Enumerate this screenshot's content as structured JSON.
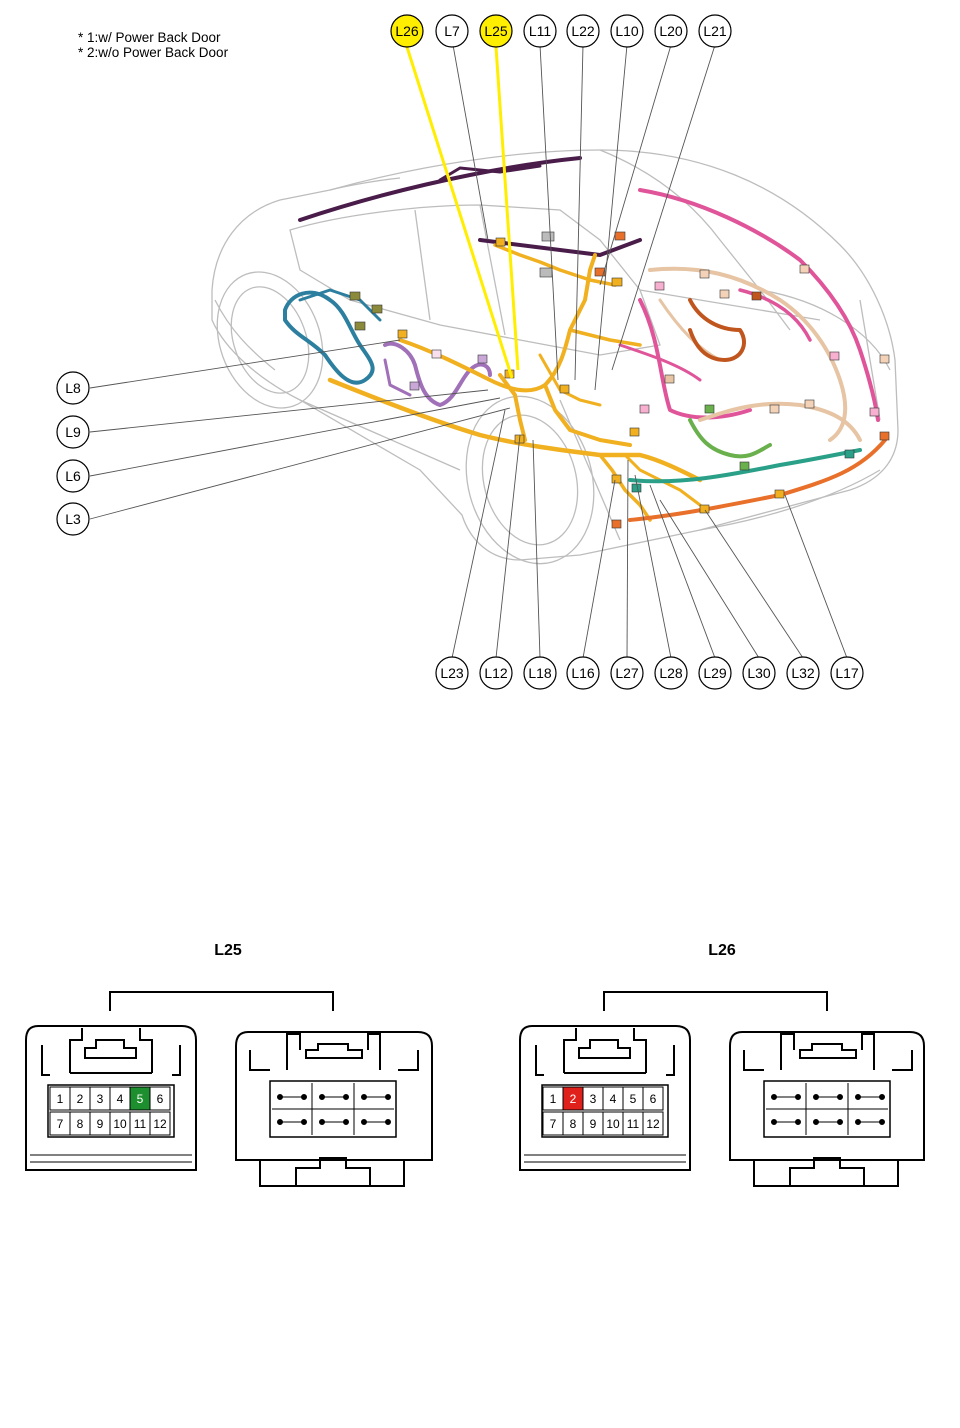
{
  "notes": [
    "* 1:w/ Power Back Door",
    "* 2:w/o Power Back Door"
  ],
  "callouts_top": [
    {
      "id": "L26",
      "highlight": true
    },
    {
      "id": "L7",
      "highlight": false
    },
    {
      "id": "L25",
      "highlight": true
    },
    {
      "id": "L11",
      "highlight": false
    },
    {
      "id": "L22",
      "highlight": false
    },
    {
      "id": "L10",
      "highlight": false
    },
    {
      "id": "L20",
      "highlight": false
    },
    {
      "id": "L21",
      "highlight": false
    }
  ],
  "callouts_left": [
    "L8",
    "L9",
    "L6",
    "L3"
  ],
  "callouts_bottom": [
    "L23",
    "L12",
    "L18",
    "L16",
    "L27",
    "L28",
    "L29",
    "L30",
    "L32",
    "L17"
  ],
  "connectors": [
    {
      "title": "L25",
      "pins_top": [
        "1",
        "2",
        "3",
        "4",
        "5",
        "6"
      ],
      "pins_bottom": [
        "7",
        "8",
        "9",
        "10",
        "11",
        "12"
      ],
      "highlight_pin": "5",
      "highlight_color": "#1e8f2e"
    },
    {
      "title": "L26",
      "pins_top": [
        "1",
        "2",
        "3",
        "4",
        "5",
        "6"
      ],
      "pins_bottom": [
        "7",
        "8",
        "9",
        "10",
        "11",
        "12"
      ],
      "highlight_pin": "2",
      "highlight_color": "#e0211b"
    }
  ],
  "colors": {
    "highlight_callout": "#ffee00",
    "harness_yellow": "#f0b020",
    "harness_pink": "#e0559a",
    "harness_purple": "#4a1c4a",
    "harness_blue": "#2d7fa0",
    "harness_violet": "#a070b8",
    "harness_tan": "#e6c4a4",
    "harness_green": "#6ab04c",
    "harness_teal": "#2aa088",
    "harness_orange": "#e8702a",
    "harness_brown": "#c0561e"
  }
}
